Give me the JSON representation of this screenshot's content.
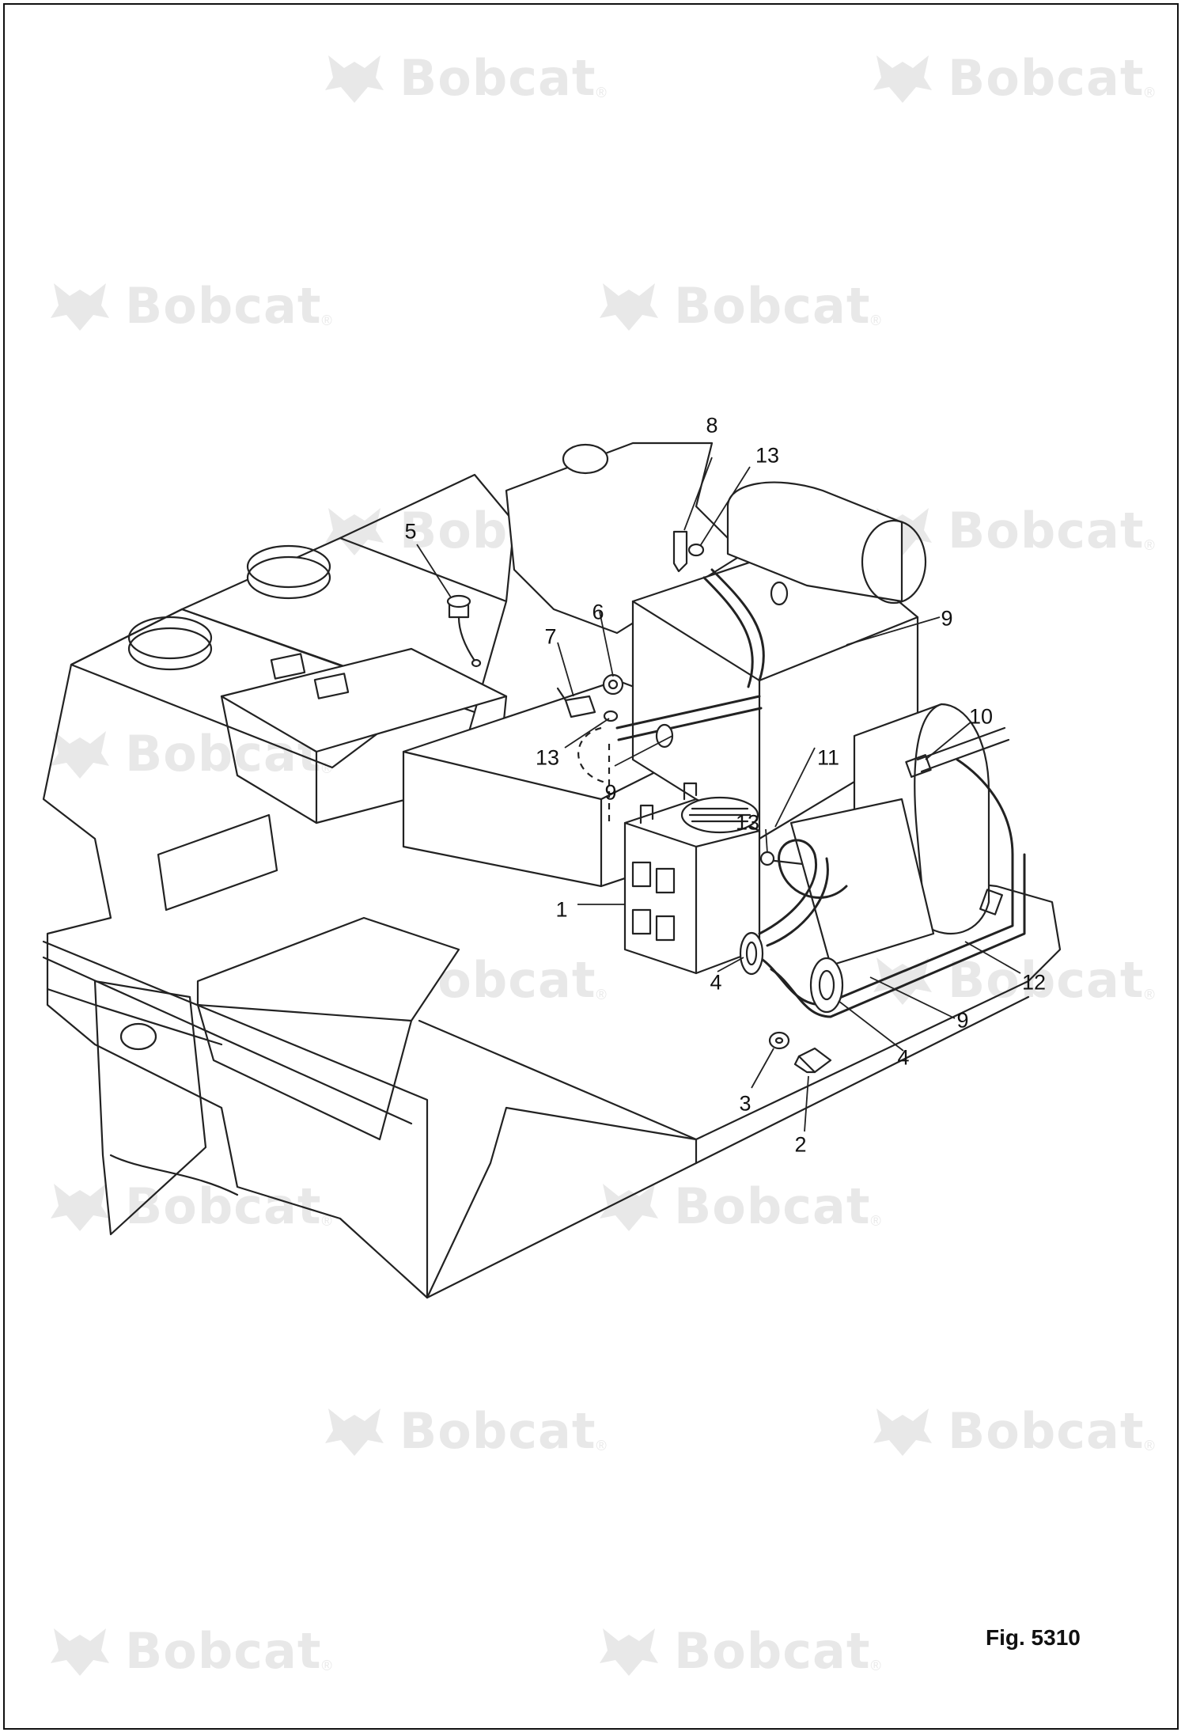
{
  "figure_label": "Fig. 5310",
  "watermark": {
    "text": "Bobcat",
    "registered": "®"
  },
  "callouts": [
    "1",
    "2",
    "3",
    "4",
    "4",
    "5",
    "6",
    "7",
    "8",
    "9",
    "9",
    "9",
    "10",
    "11",
    "12",
    "13",
    "13",
    "13"
  ]
}
